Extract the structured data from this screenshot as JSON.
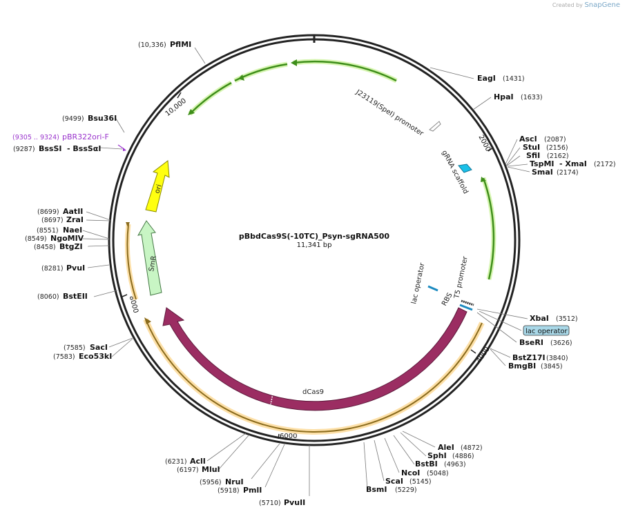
{
  "credit": {
    "prefix": "Created by",
    "brand": "SnapGene"
  },
  "plasmid": {
    "name": "pBbdCas9S(-10TC)_Psyn-sgRNA500",
    "length_label": "11,341 bp"
  },
  "ticks": [
    "10,000",
    "2000",
    "4000",
    "6000",
    "8000"
  ],
  "features": {
    "j23119": "J23119(SpeI) promoter",
    "grna": "gRNA scaffold",
    "t5": "T5 promoter",
    "rbs": "RBS",
    "lacop": "lac operator",
    "dcas9": "dCas9",
    "smr": "SmR",
    "ori": "ori",
    "primer_pos": "(9305 .. 9324)",
    "primer_name": "pBR322ori-F",
    "lac_box": "lac operator"
  },
  "enzymes": [
    {
      "id": "pflmi",
      "name": "PflMI",
      "pos": "(10,336)"
    },
    {
      "id": "eagi",
      "name": "EagI",
      "pos": "(1431)"
    },
    {
      "id": "hpai",
      "name": "HpaI",
      "pos": "(1633)"
    },
    {
      "id": "asci",
      "name": "AscI",
      "pos": "(2087)"
    },
    {
      "id": "stui",
      "name": "StuI",
      "pos": "(2156)"
    },
    {
      "id": "sfii",
      "name": "SfiI",
      "pos": "(2162)"
    },
    {
      "id": "tspmi",
      "name": "TspMI",
      "pos": "(2172)",
      "name2": "- XmaI"
    },
    {
      "id": "smai",
      "name": "SmaI",
      "pos": "(2174)"
    },
    {
      "id": "xbai",
      "name": "XbaI",
      "pos": "(3512)"
    },
    {
      "id": "bseri",
      "name": "BseRI",
      "pos": "(3626)"
    },
    {
      "id": "bstz17i",
      "name": "BstZ17I",
      "pos": "(3840)"
    },
    {
      "id": "bmgbi",
      "name": "BmgBI",
      "pos": "(3845)"
    },
    {
      "id": "alei",
      "name": "AleI",
      "pos": "(4872)"
    },
    {
      "id": "sphi",
      "name": "SphI",
      "pos": "(4886)"
    },
    {
      "id": "bstbi",
      "name": "BstBI",
      "pos": "(4963)"
    },
    {
      "id": "ncoi",
      "name": "NcoI",
      "pos": "(5048)"
    },
    {
      "id": "scai",
      "name": "ScaI",
      "pos": "(5145)"
    },
    {
      "id": "bsmi",
      "name": "BsmI",
      "pos": "(5229)"
    },
    {
      "id": "pvuii",
      "name": "PvuII",
      "pos": "(5710)"
    },
    {
      "id": "pmli",
      "name": "PmlI",
      "pos": "(5918)"
    },
    {
      "id": "nrui",
      "name": "NruI",
      "pos": "(5956)"
    },
    {
      "id": "mlui",
      "name": "MluI",
      "pos": "(6197)"
    },
    {
      "id": "acli",
      "name": "AclI",
      "pos": "(6231)"
    },
    {
      "id": "eco53ki",
      "name": "Eco53kI",
      "pos": "(7583)"
    },
    {
      "id": "saci",
      "name": "SacI",
      "pos": "(7585)"
    },
    {
      "id": "bsteii",
      "name": "BstEII",
      "pos": "(8060)"
    },
    {
      "id": "pvui",
      "name": "PvuI",
      "pos": "(8281)"
    },
    {
      "id": "btgzi",
      "name": "BtgZI",
      "pos": "(8458)"
    },
    {
      "id": "ngomiv",
      "name": "NgoMIV",
      "pos": "(8549)"
    },
    {
      "id": "naei",
      "name": "NaeI",
      "pos": "(8551)"
    },
    {
      "id": "zrai",
      "name": "ZraI",
      "pos": "(8697)"
    },
    {
      "id": "aatii",
      "name": "AatII",
      "pos": "(8699)"
    },
    {
      "id": "bssi",
      "name": "BssSI",
      "pos": "(9287)",
      "name2": "- BssSαI"
    },
    {
      "id": "bsu36i",
      "name": "Bsu36I",
      "pos": "(9499)"
    }
  ]
}
